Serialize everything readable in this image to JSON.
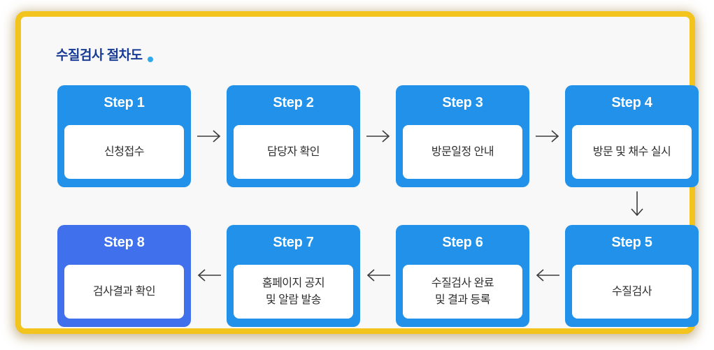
{
  "title": "수질검사 절차도",
  "steps": [
    {
      "label": "Step 1",
      "lines": [
        "신청접수"
      ]
    },
    {
      "label": "Step 2",
      "lines": [
        "담당자 확인"
      ]
    },
    {
      "label": "Step 3",
      "lines": [
        "방문일정 안내"
      ]
    },
    {
      "label": "Step 4",
      "lines": [
        "방문 및 채수 실시"
      ]
    },
    {
      "label": "Step 5",
      "lines": [
        "수질검사"
      ]
    },
    {
      "label": "Step 6",
      "lines": [
        "수질검사 완료",
        "및 결과 등록"
      ]
    },
    {
      "label": "Step 7",
      "lines": [
        "홈페이지 공지",
        "및 알람 발송"
      ]
    },
    {
      "label": "Step 8",
      "lines": [
        "검사결과 확인"
      ]
    }
  ],
  "icons": {
    "arrow_right": "→",
    "arrow_left": "←",
    "arrow_down": "↓",
    "title_dot": "circle-bullet"
  },
  "colors": {
    "step_box": "#2191EA",
    "step_box_final": "#4170EC",
    "frame_border": "#F2C41D",
    "frame_background": "#F8F8F9",
    "title_text": "#173B94",
    "title_dot": "#2EA9E9",
    "step_label_text": "#FFFFFF",
    "step_body_text": "#2E2E2E",
    "arrow": "#3C3C3C"
  }
}
